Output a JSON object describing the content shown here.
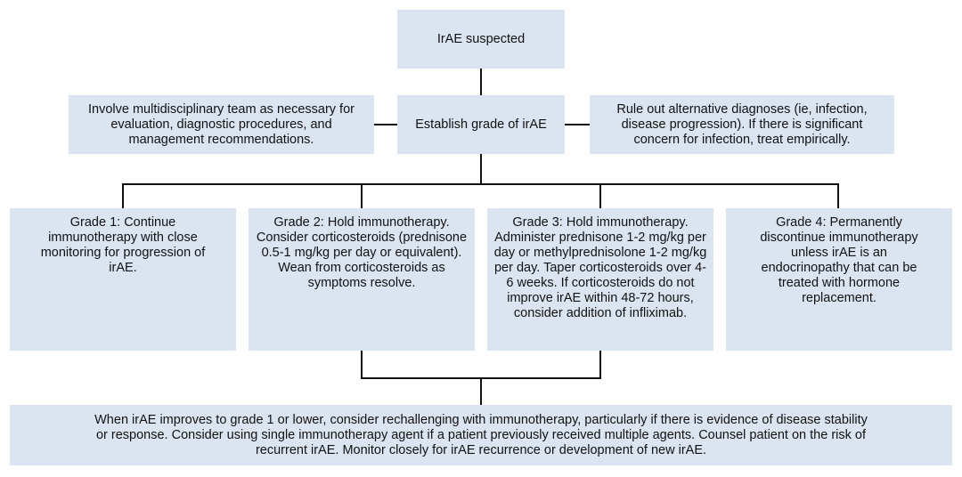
{
  "flowchart": {
    "start": "IrAE suspected",
    "establish": "Establish grade of irAE",
    "team": "Involve multidisciplinary team as necessary for evaluation, diagnostic procedures, and management recommendations.",
    "rule_out": "Rule out alternative diagnoses (ie, infection, disease progression). If there is significant concern for infection, treat empirically.",
    "grades": [
      {
        "text": "Grade 1: Continue immunotherapy with close monitoring for progression of irAE."
      },
      {
        "text": "Grade 2: Hold immunotherapy. Consider corticosteroids (prednisone 0.5-1 mg/kg per day or equivalent). Wean from corticosteroids as symptoms resolve."
      },
      {
        "text": "Grade 3: Hold immunotherapy. Administer prednisone 1-2 mg/kg per day or methylprednisolone 1-2 mg/kg per day. Taper corticosteroids over 4-6 weeks. If corticosteroids do not improve irAE within 48-72 hours, consider addition of infliximab."
      },
      {
        "text": "Grade 4: Permanently discontinue immunotherapy unless irAE is an endocrinopathy that can be treated with hormone replacement."
      }
    ],
    "final": "When irAE improves to grade 1 or lower, consider rechallenging with immunotherapy, particularly if there is evidence of disease stability or response. Consider using single immunotherapy agent if a patient previously received multiple agents. Counsel patient on the risk of recurrent irAE. Monitor closely for irAE recurrence or development of new irAE."
  }
}
